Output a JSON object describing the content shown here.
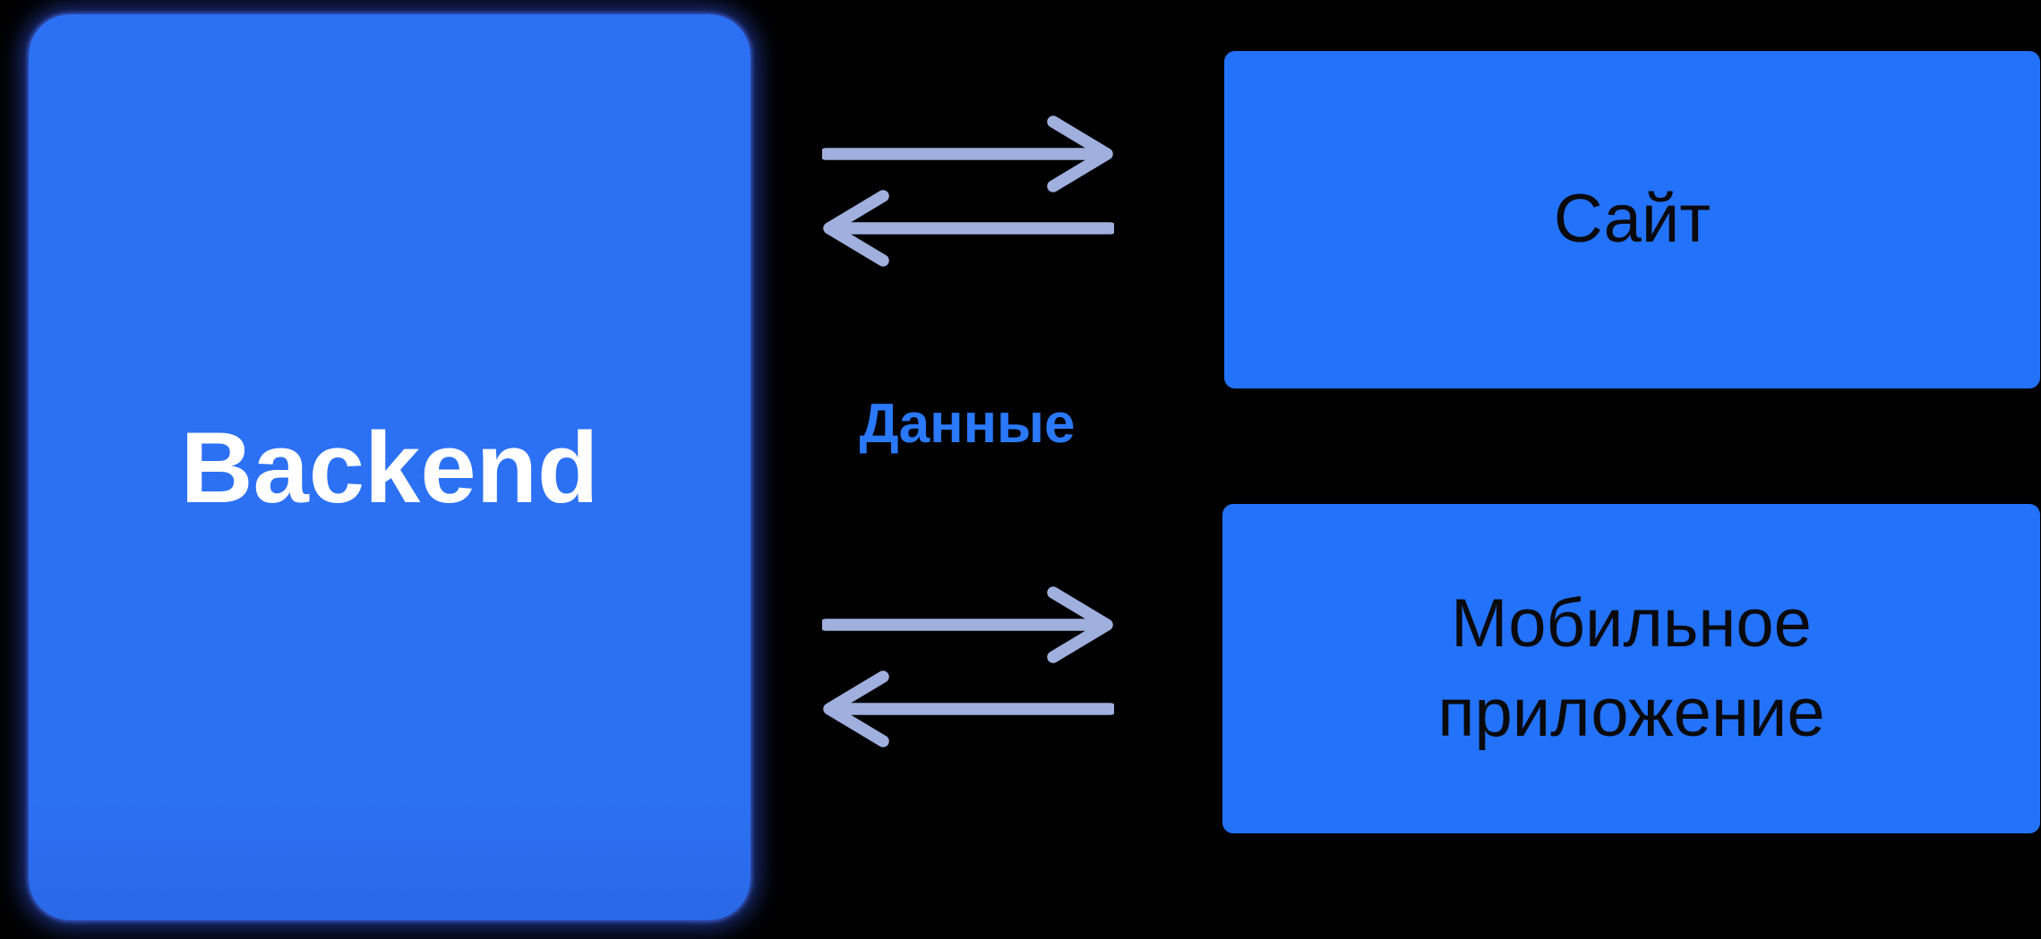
{
  "canvas": {
    "background": "#000000"
  },
  "nodes": {
    "backend": {
      "label": "Backend",
      "fill": "#2C70F4",
      "text_color": "#FFFFFF"
    },
    "site": {
      "label": "Сайт",
      "fill": "#2372FC",
      "text_color": "#0A0A0C"
    },
    "mobile": {
      "label": "Мобильное приложение",
      "fill": "#2372FC",
      "text_color": "#0A0A0C"
    }
  },
  "labels": {
    "data_flow": "Данные",
    "data_flow_color": "#2A79FB"
  },
  "arrows": {
    "color": "#9FB0DE",
    "items": [
      {
        "name": "backend-to-site",
        "direction": "right"
      },
      {
        "name": "site-to-backend",
        "direction": "left"
      },
      {
        "name": "backend-to-mobile",
        "direction": "right"
      },
      {
        "name": "mobile-to-backend",
        "direction": "left"
      }
    ]
  }
}
